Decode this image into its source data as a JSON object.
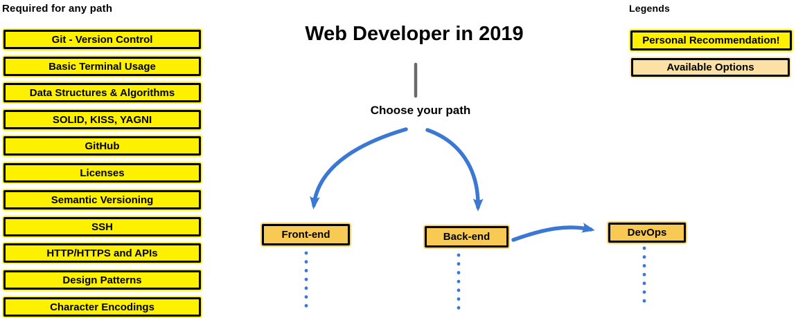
{
  "diagram": {
    "title": "Web Developer in 2019",
    "prompt": "Choose your path"
  },
  "required": {
    "heading": "Required for any path",
    "items": [
      "Git - Version Control",
      "Basic Terminal Usage",
      "Data Structures & Algorithms",
      "SOLID, KISS, YAGNI",
      "GitHub",
      "Licenses",
      "Semantic Versioning",
      "SSH",
      "HTTP/HTTPS and APIs",
      "Design Patterns",
      "Character Encodings"
    ]
  },
  "paths": [
    {
      "label": "Front-end"
    },
    {
      "label": "Back-end"
    },
    {
      "label": "DevOps"
    }
  ],
  "legend": {
    "heading": "Legends",
    "items": [
      {
        "label": "Personal Recommendation!",
        "style": "recommendation"
      },
      {
        "label": "Available Options",
        "style": "option"
      }
    ]
  },
  "colors": {
    "recommendation_yellow": "#fdf100",
    "option_tan": "#fbe2a4",
    "path_orange": "#f8ca54",
    "arrow_blue": "#3a78d4",
    "connector_gray": "#6a6a6a",
    "border_black": "#000000"
  }
}
